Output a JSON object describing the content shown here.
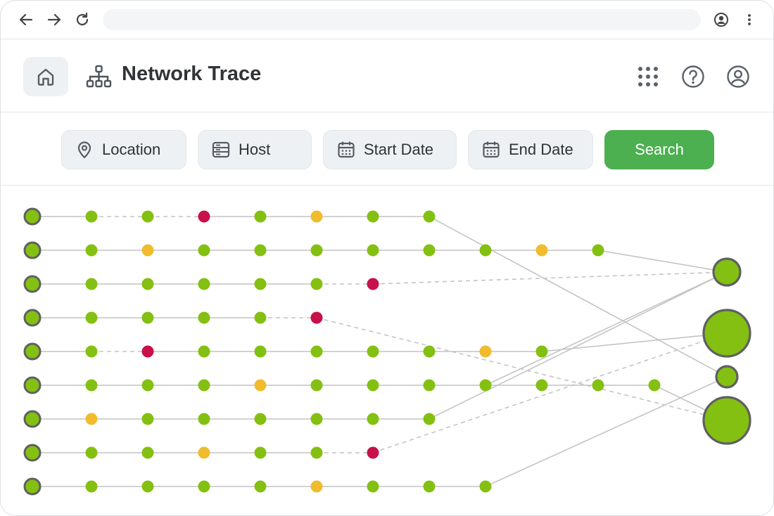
{
  "header": {
    "title": "Network Trace"
  },
  "filters": {
    "location_label": "Location",
    "host_label": "Host",
    "start_label": "Start Date",
    "end_label": "End Date",
    "search_label": "Search"
  },
  "icons": {
    "back": "arrow-left-icon",
    "forward": "arrow-right-icon",
    "reload": "reload-icon",
    "profile": "profile-icon",
    "menu": "kebab-menu-icon",
    "home": "home-icon",
    "title": "network-hierarchy-icon",
    "apps": "apps-grid-icon",
    "help": "help-icon",
    "account": "account-icon",
    "location": "location-pin-icon",
    "host": "server-icon",
    "calendar": "calendar-icon"
  },
  "colors": {
    "ok": "#84c011",
    "warn": "#f0bc2e",
    "error": "#c8104a",
    "source_fill": "#84c011",
    "source_stroke": "#5f6061",
    "edge": "#c4c4c4",
    "accent": "#4caf50"
  }
}
